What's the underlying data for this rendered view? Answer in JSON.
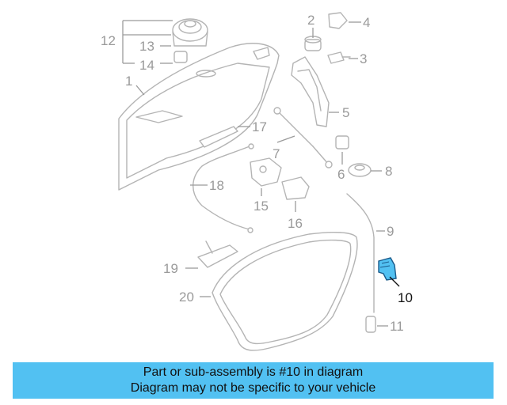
{
  "callouts": {
    "c1": "1",
    "c2": "2",
    "c3": "3",
    "c4": "4",
    "c5": "5",
    "c6": "6",
    "c7": "7",
    "c8": "8",
    "c9": "9",
    "c10": "10",
    "c11": "11",
    "c12": "12",
    "c13": "13",
    "c14": "14",
    "c15": "15",
    "c16": "16",
    "c17": "17",
    "c18": "18",
    "c19": "19",
    "c20": "20"
  },
  "highlighted_part": "10",
  "colors": {
    "highlight": "#52c1f2",
    "line_art": "#b4b4b4",
    "banner_bg": "#52c1f2"
  },
  "banner": {
    "line1": "Part or sub-assembly is #10 in diagram",
    "line2": "Diagram may not be specific to your vehicle"
  }
}
